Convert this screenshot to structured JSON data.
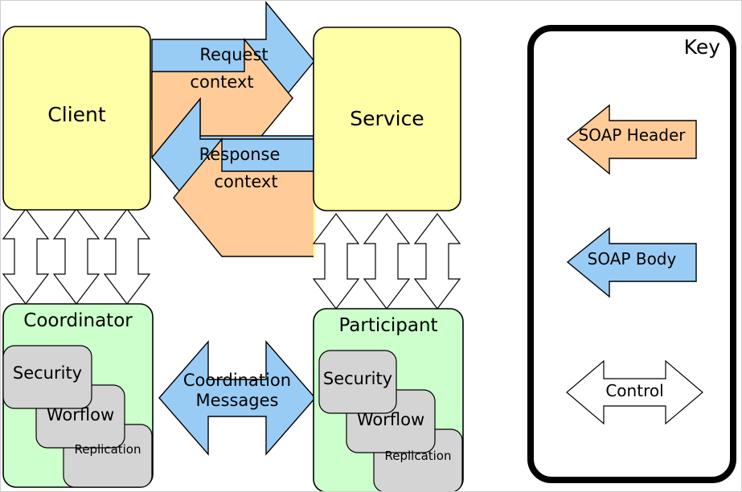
{
  "diagram": {
    "title": "Web services transaction coordination diagram",
    "colors": {
      "yellow": "#FFFFA8",
      "green": "#CCFFCC",
      "gray": "#D4D4D4",
      "blue": "#99CCF5",
      "orange": "#FFCC99",
      "white": "#FFFFFF",
      "stroke": "#000000",
      "canvas": "#FFFFFF"
    },
    "nodes": {
      "client": {
        "label": "Client"
      },
      "service": {
        "label": "Service"
      },
      "coordinator": {
        "label": "Coordinator",
        "modules": [
          "Security",
          "Worflow",
          "Replication"
        ]
      },
      "participant": {
        "label": "Participant",
        "modules": [
          "Security",
          "Worflow",
          "Replication"
        ]
      }
    },
    "flows": {
      "request_body": "Request",
      "request_header": "context",
      "response_body": "Response",
      "response_header": "context",
      "coordination": {
        "line1": "Coordination",
        "line2": "Messages"
      }
    },
    "key": {
      "title": "Key",
      "items": [
        {
          "label": "SOAP Header",
          "kind": "soap-header-arrow",
          "color": "#FFCC99"
        },
        {
          "label": "SOAP Body",
          "kind": "soap-body-arrow",
          "color": "#99CCF5"
        },
        {
          "label": "Control",
          "kind": "control-arrow",
          "color": "#FFFFFF"
        }
      ]
    }
  }
}
